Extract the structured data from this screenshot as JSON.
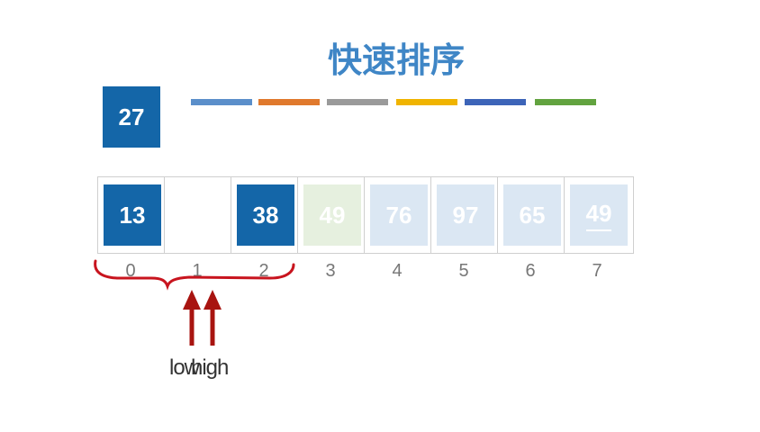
{
  "title": "快速排序",
  "pivot_value": "27",
  "legend_colors": [
    "#5b8fca",
    "#e0792d",
    "#9a9a9a",
    "#f0b400",
    "#3c64b8",
    "#62a33f"
  ],
  "array": {
    "cells": [
      {
        "value": "13",
        "style": "dark"
      },
      {
        "value": "",
        "style": "empty"
      },
      {
        "value": "38",
        "style": "dark"
      },
      {
        "value": "49",
        "style": "pale-green"
      },
      {
        "value": "76",
        "style": "pale"
      },
      {
        "value": "97",
        "style": "pale"
      },
      {
        "value": "65",
        "style": "pale"
      },
      {
        "value": "49",
        "style": "pale-underline"
      }
    ],
    "indices": [
      "0",
      "1",
      "2",
      "3",
      "4",
      "5",
      "6",
      "7"
    ]
  },
  "pointers": {
    "low_label": "low",
    "high_label": "high",
    "arrow_color": "#a81410"
  },
  "annotation_color": "#c8141e"
}
